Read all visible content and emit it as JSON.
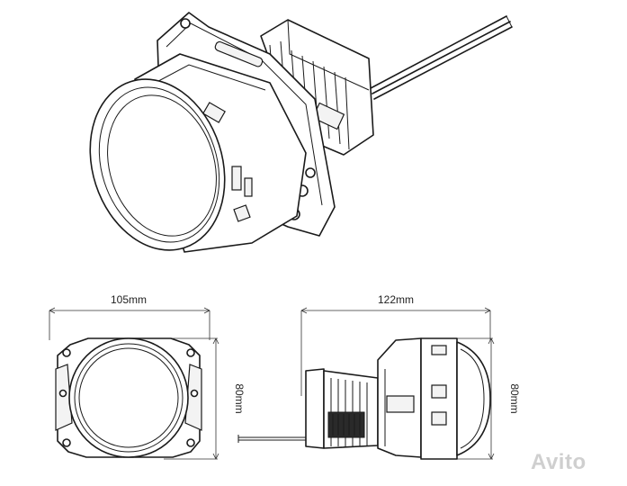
{
  "dimensions": {
    "front_width": "105mm",
    "front_height": "80mm",
    "side_length": "122mm",
    "side_height": "80mm"
  },
  "watermark": {
    "text": "Avito"
  }
}
